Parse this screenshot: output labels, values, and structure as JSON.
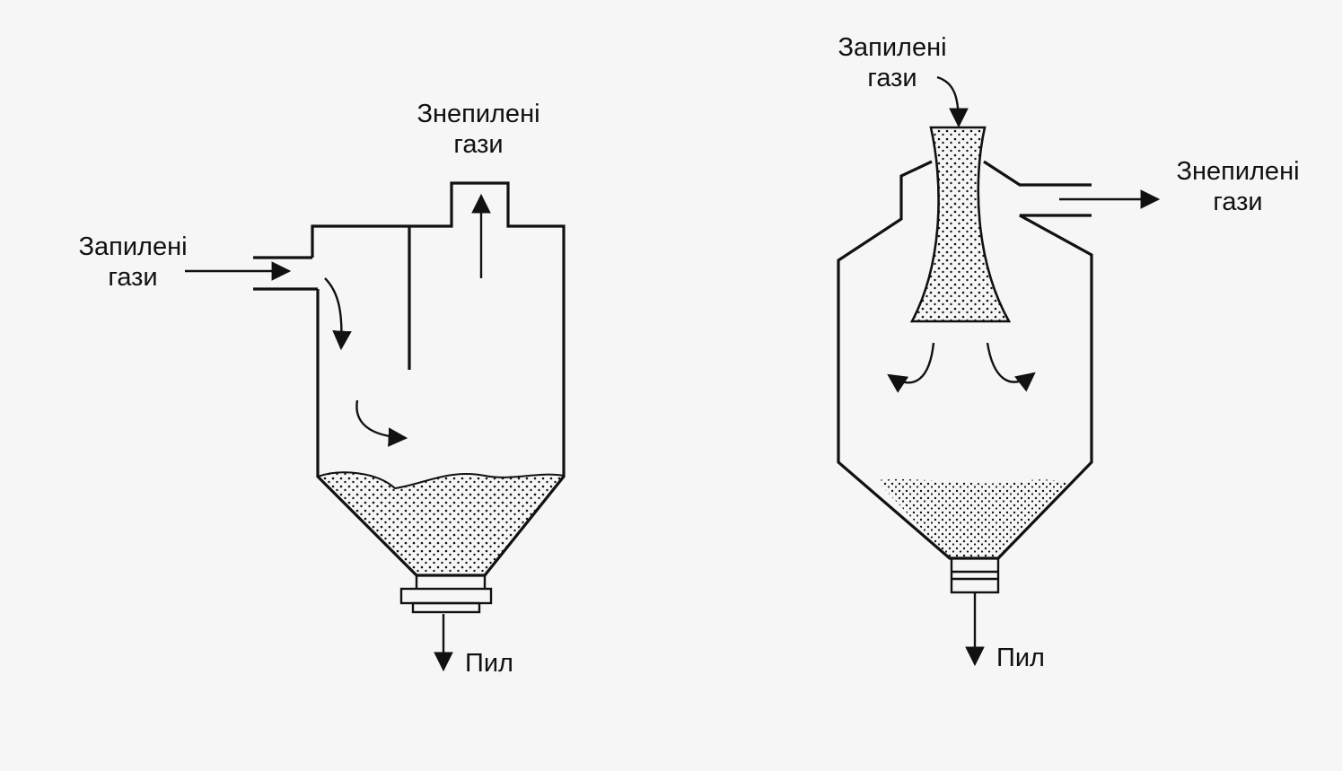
{
  "left": {
    "inlet_label": [
      "Запилені",
      "гази"
    ],
    "outlet_label": [
      "Знепилені",
      "гази"
    ],
    "dust_label": "Пил"
  },
  "right": {
    "inlet_label": [
      "Запилені",
      "гази"
    ],
    "outlet_label": [
      "Знепилені",
      "гази"
    ],
    "dust_label": "Пил"
  },
  "colors": {
    "ink": "#111111",
    "paper": "#f6f6f6"
  }
}
